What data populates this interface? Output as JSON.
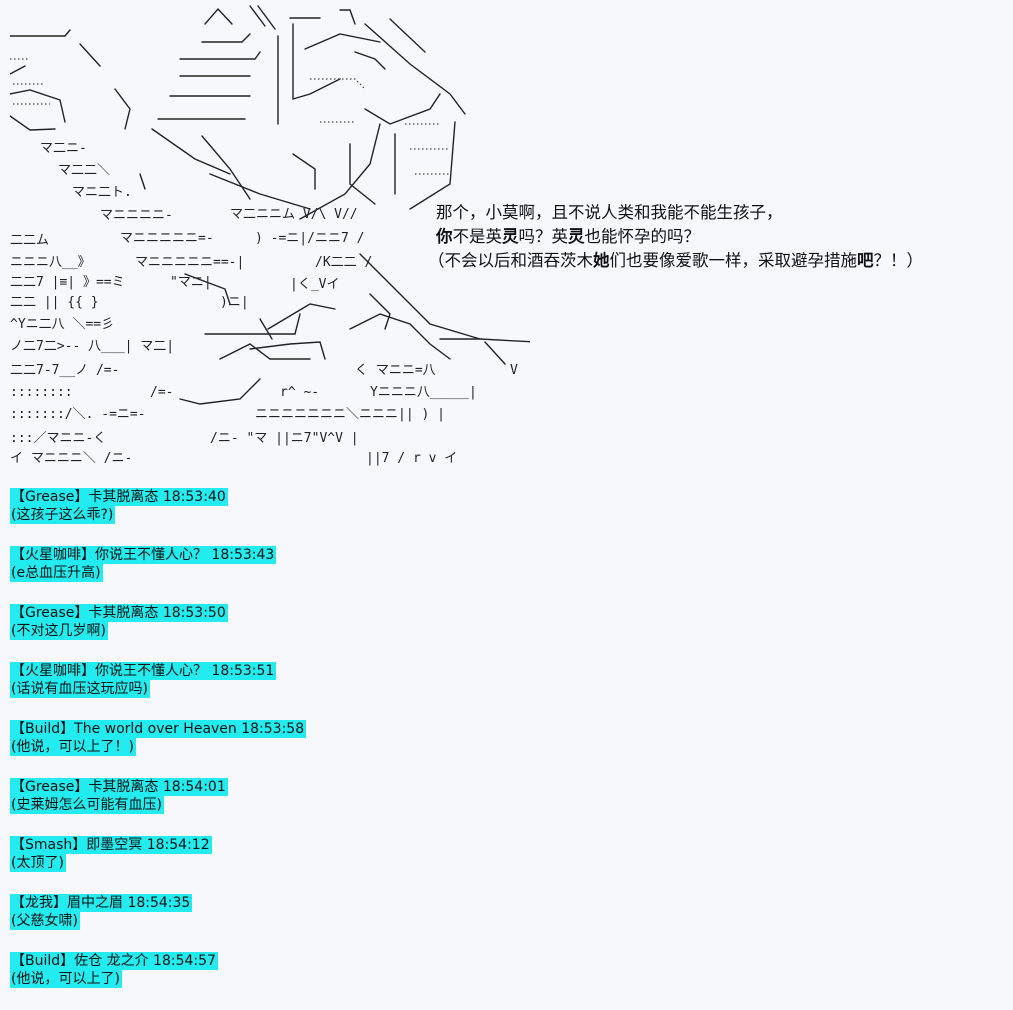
{
  "dialogue": {
    "line1": "那个，小莫啊，且不说人类和我能不能生孩子，",
    "line2_a": "你",
    "line2_b": "不是英",
    "line2_c": "灵",
    "line2_d": "吗？英",
    "line2_e": "灵",
    "line2_f": "也能怀孕的吗？",
    "line3_a": "（不会以后和酒吞茨木",
    "line3_b": "她",
    "line3_c": "们也要像爱歌一样，采取避孕措施",
    "line3_d": "吧",
    "line3_e": "？！）"
  },
  "chat": [
    {
      "header": "【Grease】卡其脱离态 18:53:40",
      "message": "(这孩子这么乖?)"
    },
    {
      "header": "【火星咖啡】你说王不懂人心？ 18:53:43",
      "message": "(e总血压升高)"
    },
    {
      "header": "【Grease】卡其脱离态 18:53:50",
      "message": "(不对这几岁啊)"
    },
    {
      "header": "【火星咖啡】你说王不懂人心？ 18:53:51",
      "message": "(话说有血压这玩应吗)"
    },
    {
      "header": "【Build】The world over Heaven 18:53:58",
      "message": "(他说，可以上了！)"
    },
    {
      "header": "【Grease】卡其脱离态 18:54:01",
      "message": "(史莱姆怎么可能有血压)"
    },
    {
      "header": "【Smash】即墨空冥 18:54:12",
      "message": "(太顶了)"
    },
    {
      "header": "【龙我】眉中之眉 18:54:35",
      "message": "(父慈女啸)"
    },
    {
      "header": "【Build】佐仓 龙之介 18:54:57",
      "message": "(他说，可以上了)"
    }
  ]
}
